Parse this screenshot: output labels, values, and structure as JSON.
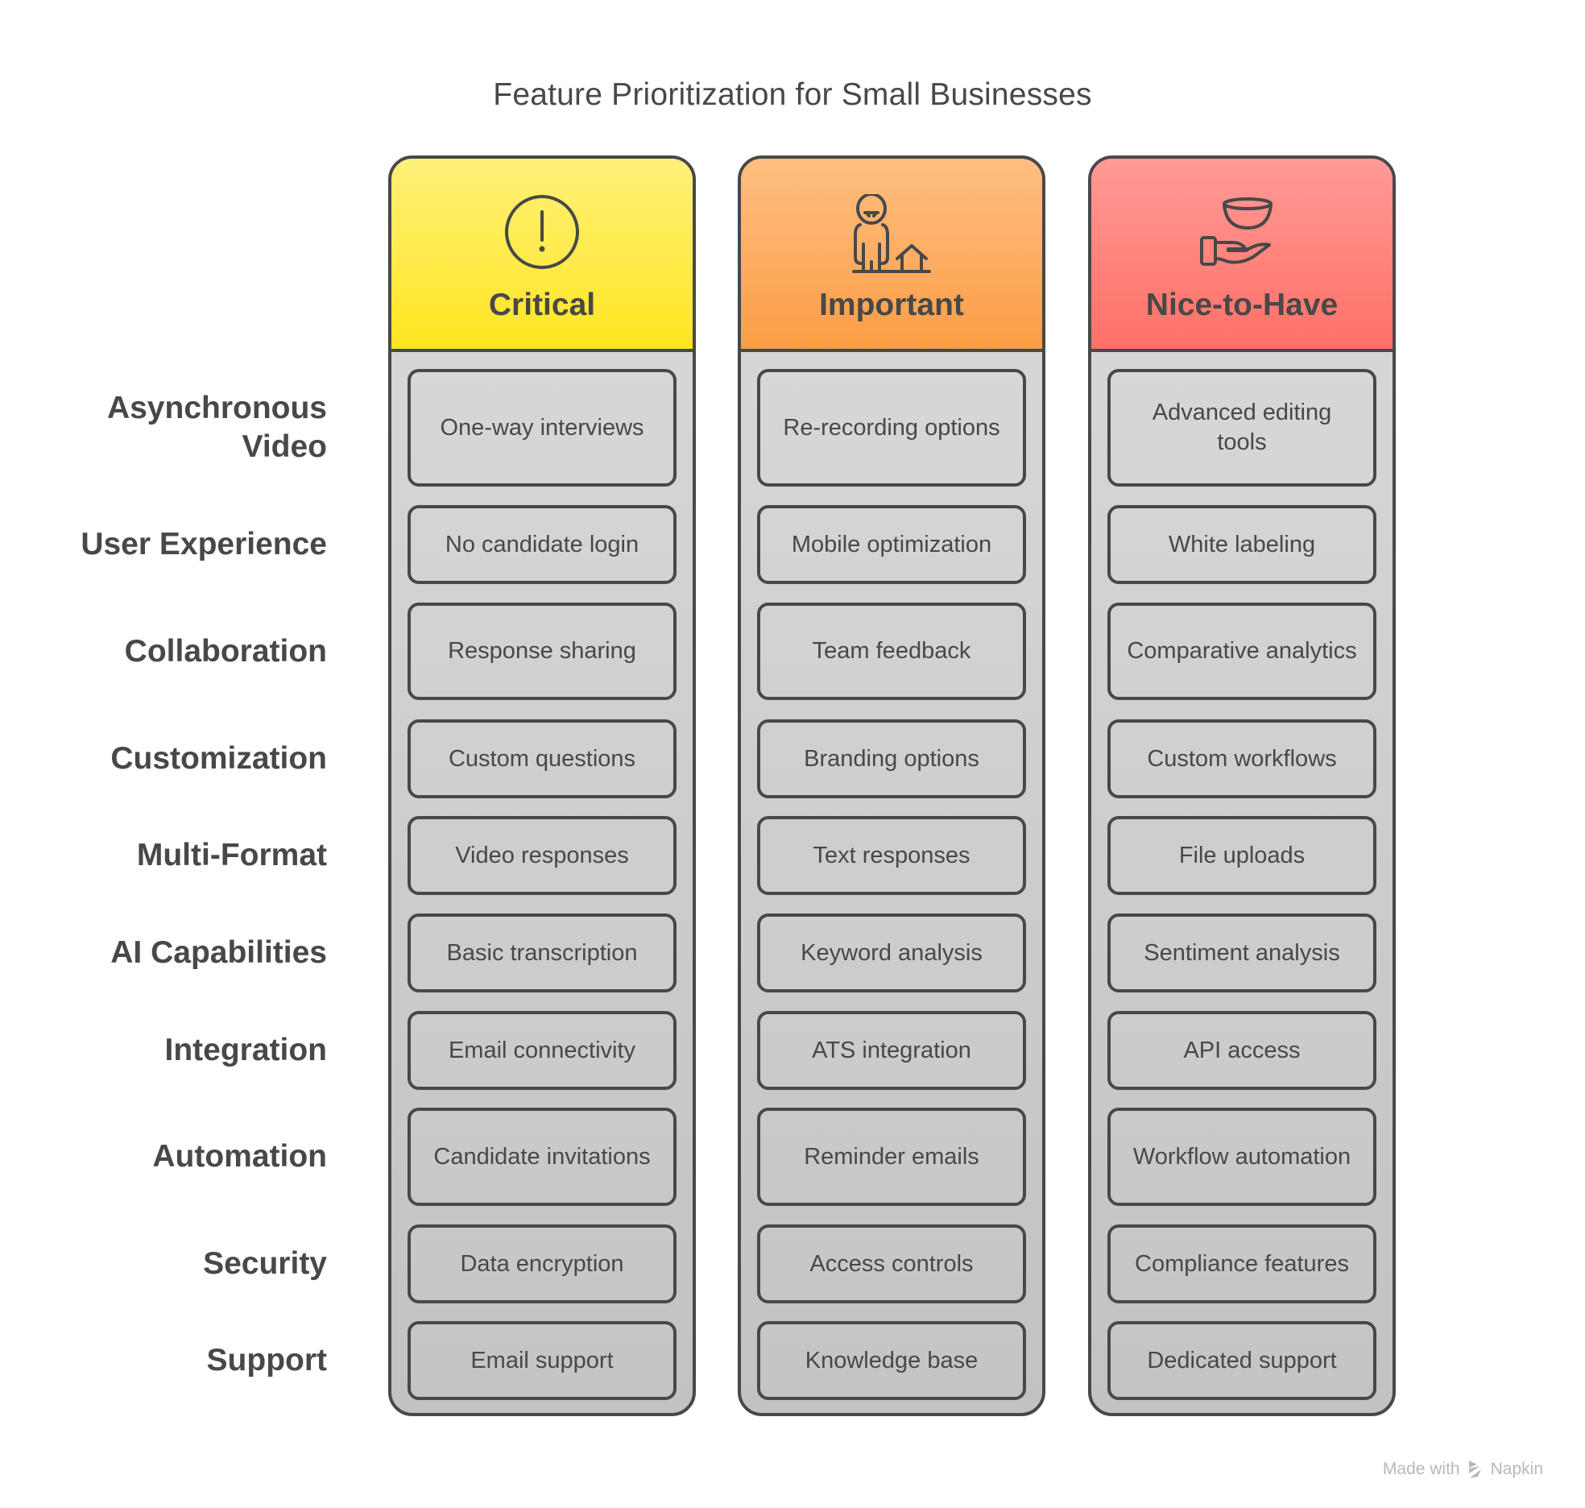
{
  "title": "Feature Prioritization for Small Businesses",
  "columns": [
    {
      "key": "critical",
      "label": "Critical",
      "icon": "alert-circle-icon",
      "color_top": "#fff07a",
      "color_bottom": "#ffe620"
    },
    {
      "key": "important",
      "label": "Important",
      "icon": "person-house-icon",
      "color_top": "#ffbf82",
      "color_bottom": "#fb9d45"
    },
    {
      "key": "nice",
      "label": "Nice-to-Have",
      "icon": "hand-bowl-icon",
      "color_top": "#ff9a95",
      "color_bottom": "#ff7068"
    }
  ],
  "rows": [
    {
      "label": "Asynchronous Video",
      "cells": [
        "One-way interviews",
        "Re-recording options",
        "Advanced editing tools"
      ]
    },
    {
      "label": "User Experience",
      "cells": [
        "No candidate login",
        "Mobile optimization",
        "White labeling"
      ]
    },
    {
      "label": "Collaboration",
      "cells": [
        "Response sharing",
        "Team feedback",
        "Comparative analytics"
      ]
    },
    {
      "label": "Customization",
      "cells": [
        "Custom questions",
        "Branding options",
        "Custom workflows"
      ]
    },
    {
      "label": "Multi-Format",
      "cells": [
        "Video responses",
        "Text responses",
        "File uploads"
      ]
    },
    {
      "label": "AI Capabilities",
      "cells": [
        "Basic transcription",
        "Keyword analysis",
        "Sentiment analysis"
      ]
    },
    {
      "label": "Integration",
      "cells": [
        "Email connectivity",
        "ATS integration",
        "API access"
      ]
    },
    {
      "label": "Automation",
      "cells": [
        "Candidate invitations",
        "Reminder emails",
        "Workflow automation"
      ]
    },
    {
      "label": "Security",
      "cells": [
        "Data encryption",
        "Access controls",
        "Compliance features"
      ]
    },
    {
      "label": "Support",
      "cells": [
        "Email support",
        "Knowledge base",
        "Dedicated support"
      ]
    }
  ],
  "footer": {
    "prefix": "Made with",
    "brand": "Napkin"
  }
}
